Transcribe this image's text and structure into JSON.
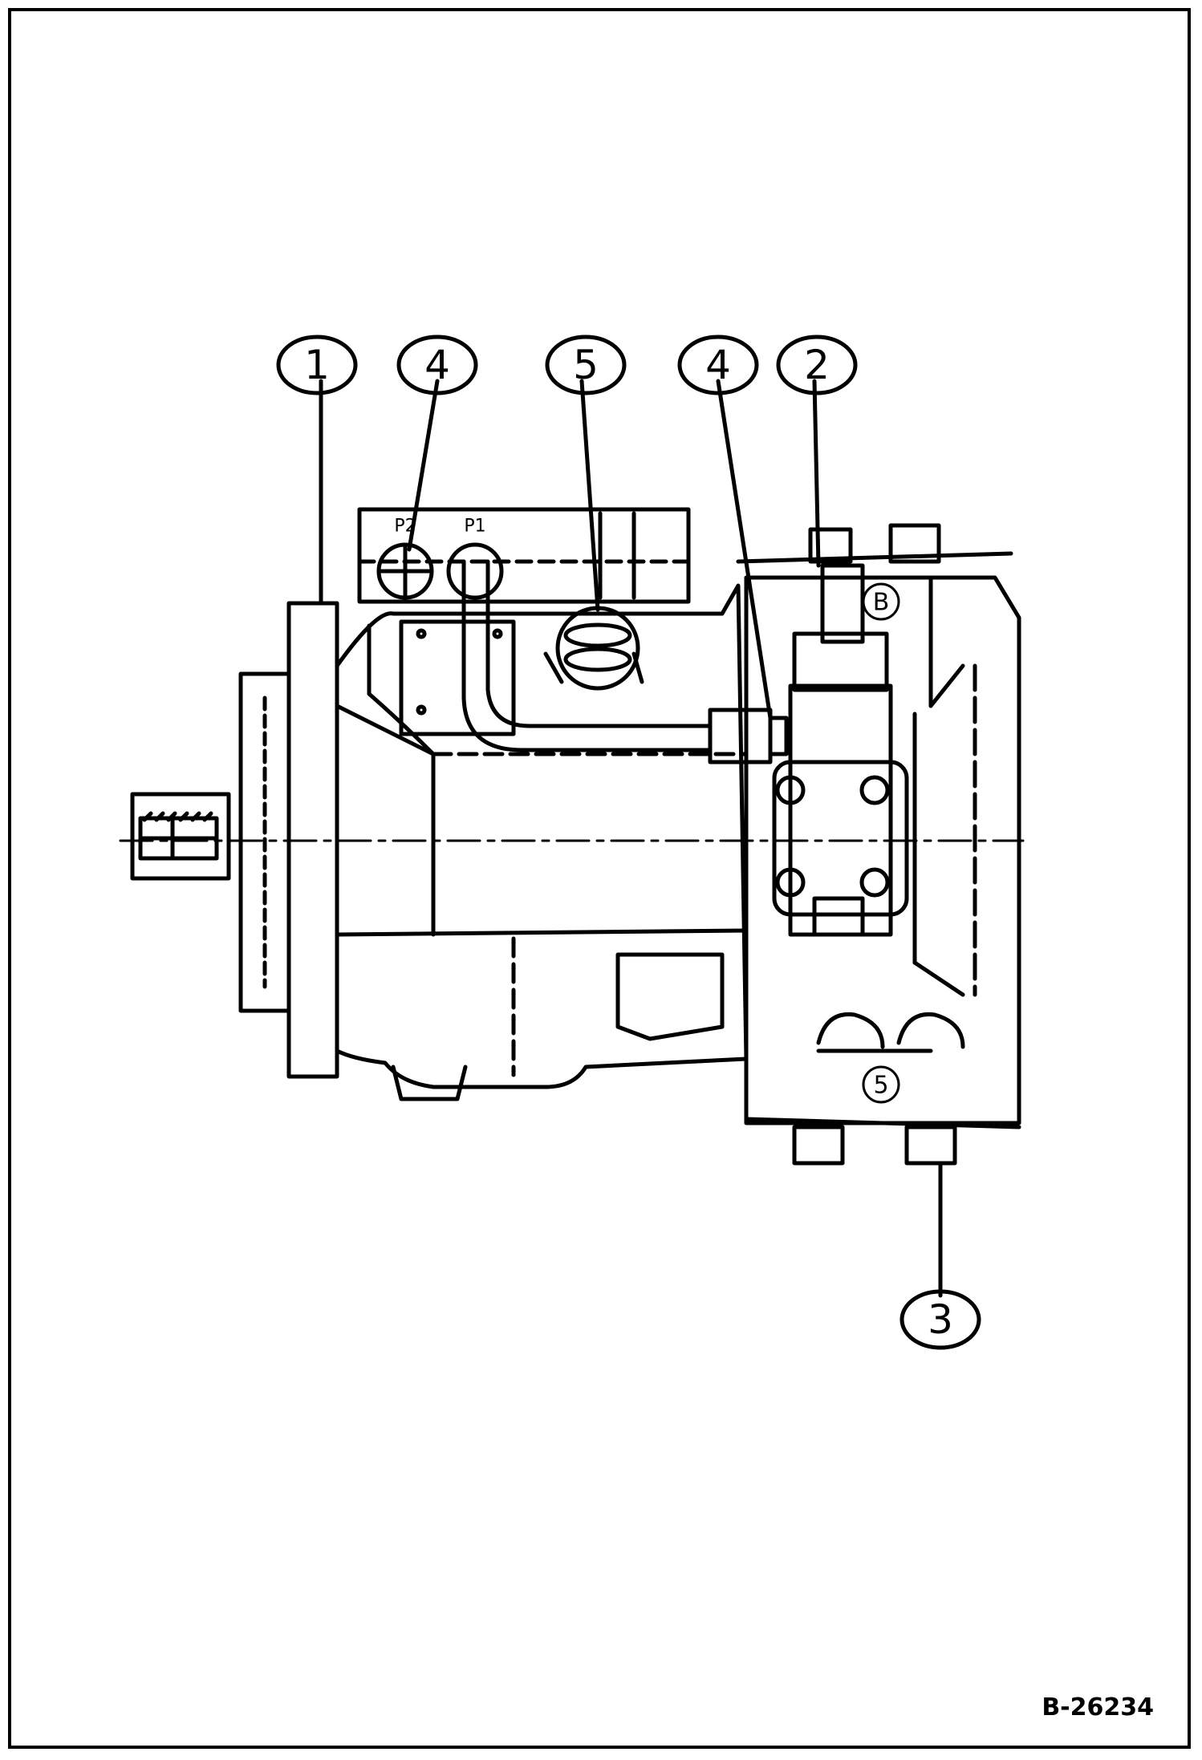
{
  "callouts": {
    "c1": "1",
    "c4a": "4",
    "c5": "5",
    "c4b": "4",
    "c2": "2",
    "c3": "3"
  },
  "part_labels": {
    "port_b": "B",
    "port_p2": "P2",
    "port_p1": "P1",
    "inner_5": "5"
  },
  "drawing_code": "B-26234"
}
